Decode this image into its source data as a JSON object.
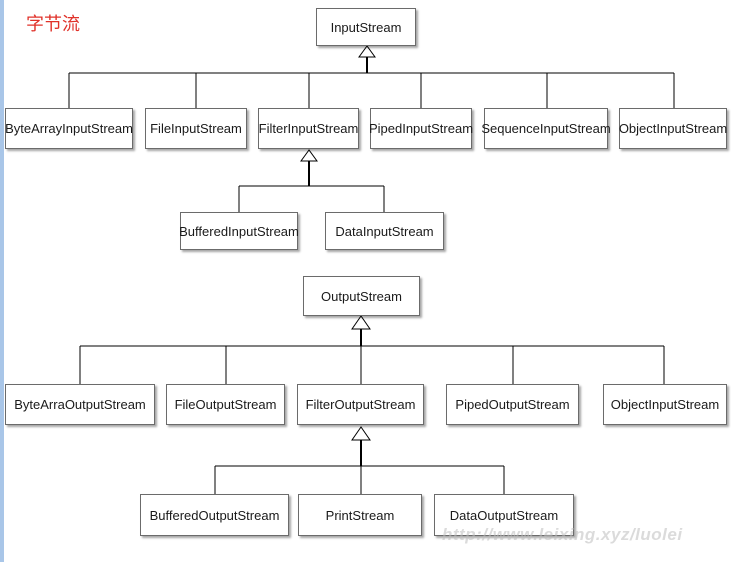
{
  "title": "字节流",
  "watermark": "http://www.leixing.xyz/luolei",
  "colors": {
    "title": "#e0322a",
    "line": "#000000",
    "box_border": "#6b6b6b"
  },
  "input_tree": {
    "root": "InputStream",
    "children": [
      "ByteArrayInputStream",
      "FileInputStream",
      "FilterInputStream",
      "PipedInputStream",
      "SequenceInputStream",
      "ObjectInputStream"
    ],
    "filter_children": [
      "BufferedInputStream",
      "DataInputStream"
    ]
  },
  "output_tree": {
    "root": "OutputStream",
    "children": [
      "ByteArraOutputStream",
      "FileOutputStream",
      "FilterOutputStream",
      "PipedOutputStream",
      "ObjectInputStream"
    ],
    "filter_children": [
      "BufferedOutputStream",
      "PrintStream",
      "DataOutputStream"
    ]
  }
}
